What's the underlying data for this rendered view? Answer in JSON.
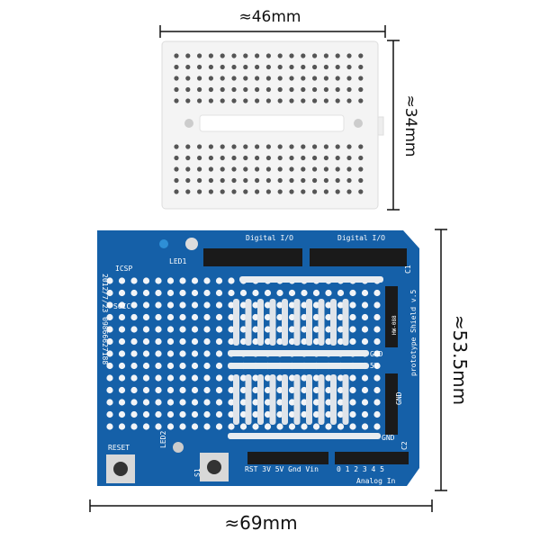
{
  "dimensions": {
    "breadboard_width": "≈46mm",
    "breadboard_height": "≈34mm",
    "shield_height": "≈53.5mm",
    "shield_width": "≈69mm"
  },
  "board_labels": {
    "digital_io_1": "Digital I/O",
    "digital_io_2": "Digital I/O",
    "icsp": "ICSP",
    "soic": "SOIC",
    "date_phone": "2012/7/23 09866627188",
    "led1": "LED1",
    "led2": "LED2",
    "reset": "RESET",
    "s1": "S1",
    "gnd_rail": "GND",
    "fivev_rail": "5V",
    "gnd_side": "GND",
    "gnd_bottom": "GND",
    "title": "prototype Shield v.5",
    "model": "HW-088",
    "c1": "C1",
    "c2": "C2",
    "power_pins": "RST 3V 5V Gnd Vin",
    "analog_pins": "0 1 2 3 4 5",
    "analog_in": "Analog In"
  },
  "colors": {
    "board": "#1560a8",
    "breadboard": "#f4f4f4",
    "header": "#1a1a1a"
  }
}
